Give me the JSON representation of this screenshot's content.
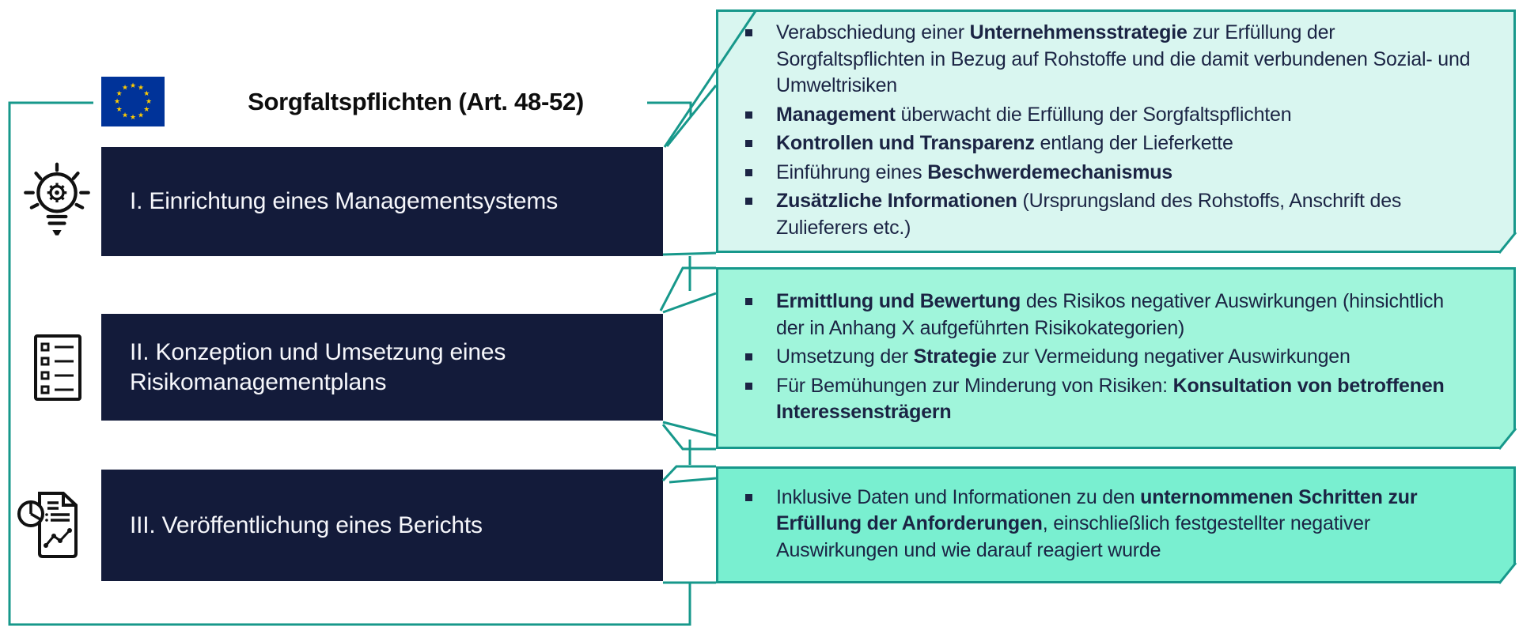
{
  "header": {
    "title": "Sorgfaltspflichten (Art. 48-52)",
    "flag": "eu-flag"
  },
  "steps": [
    {
      "label": "I. Einrichtung eines Managementsystems",
      "icon": "lightbulb-gear-icon"
    },
    {
      "label": "II. Konzeption und Umsetzung eines Risikomanagementplans",
      "icon": "checklist-icon"
    },
    {
      "label": "III. Veröffentlichung eines Berichts",
      "icon": "report-chart-icon"
    }
  ],
  "callouts": [
    {
      "bg": "#d9f6f0",
      "bullets": [
        [
          {
            "t": "Verabschiedung einer "
          },
          {
            "t": "Unternehmensstrategie",
            "b": true
          },
          {
            "t": " zur Erfüllung der Sorgfaltspflichten in Bezug auf Rohstoffe und die damit verbundenen Sozial- und Umweltrisiken"
          }
        ],
        [
          {
            "t": "Management",
            "b": true
          },
          {
            "t": " überwacht die Erfüllung der Sorgfaltspflichten"
          }
        ],
        [
          {
            "t": "Kontrollen und Transparenz",
            "b": true
          },
          {
            "t": " entlang der Lieferkette"
          }
        ],
        [
          {
            "t": "Einführung eines "
          },
          {
            "t": "Beschwerdemechanismus",
            "b": true
          }
        ],
        [
          {
            "t": "Zusätzliche Informationen",
            "b": true
          },
          {
            "t": " (Ursprungsland des Rohstoffs, Anschrift des Zulieferers etc.)"
          }
        ]
      ]
    },
    {
      "bg": "#a0f5db",
      "bullets": [
        [
          {
            "t": "Ermittlung und Bewertung",
            "b": true
          },
          {
            "t": " des Risikos negativer Auswirkungen (hinsichtlich der in Anhang X aufgeführten Risikokategorien)"
          }
        ],
        [
          {
            "t": "Umsetzung der "
          },
          {
            "t": "Strategie",
            "b": true
          },
          {
            "t": " zur Vermeidung negativer Auswirkungen"
          }
        ],
        [
          {
            "t": "Für Bemühungen zur Minderung von Risiken: "
          },
          {
            "t": "Konsultation von betroffenen Interessensträgern",
            "b": true
          }
        ]
      ]
    },
    {
      "bg": "#79efd0",
      "bullets": [
        [
          {
            "t": "Inklusive Daten und Informationen zu den "
          },
          {
            "t": "unternommenen Schritten zur Erfüllung der Anforderungen",
            "b": true
          },
          {
            "t": ", einschließlich festgestellter negativer Auswirkungen und wie darauf reagiert wurde"
          }
        ]
      ]
    }
  ],
  "colors": {
    "accent_teal": "#17988b",
    "dark_navy": "#131b3a",
    "callout1_bg": "#d9f6f0",
    "callout2_bg": "#a0f5db",
    "callout3_bg": "#79efd0",
    "text_navy": "#1b2444",
    "eu_blue": "#003399",
    "star_gold": "#ffcc00"
  }
}
